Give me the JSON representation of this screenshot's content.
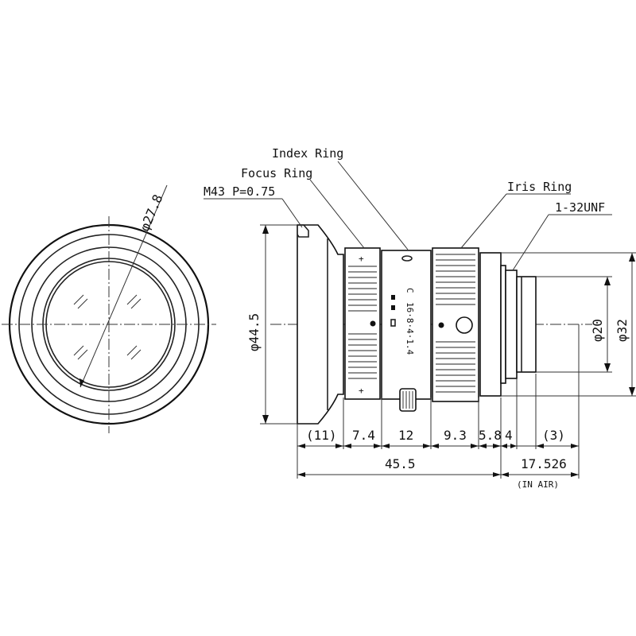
{
  "callouts": {
    "index_ring": "Index Ring",
    "focus_ring": "Focus Ring",
    "mount_thread": "M43 P=0.75",
    "iris_ring": "Iris Ring",
    "mount_thread_rear": "1-32UNF"
  },
  "front_view": {
    "diameter": "φ27.8"
  },
  "side_view": {
    "diameters": {
      "front": "φ44.5",
      "rear_inner": "φ20",
      "rear_outer": "φ32"
    },
    "ring_marks": {
      "iris_top": "C",
      "iris_scale": "16·8·4·1.4"
    },
    "segment_dims": [
      "(11)",
      "7.4",
      "12",
      "9.3",
      "5.8",
      "4",
      "(3)"
    ],
    "overall_length": "45.5",
    "back_focus": "17.526",
    "back_focus_note": "(IN AIR)"
  },
  "colors": {
    "line": "#222222",
    "background": "#ffffff"
  }
}
